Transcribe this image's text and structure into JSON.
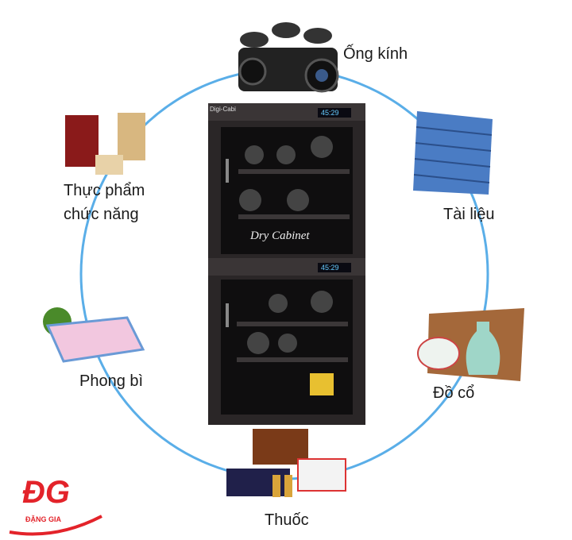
{
  "labels": {
    "lens": "Ống kính",
    "documents": "Tài liệu",
    "antiques": "Đồ cổ",
    "medicine": "Thuốc",
    "envelopes": "Phong bì",
    "food_line1": "Thực phẩm",
    "food_line2": "chức năng"
  },
  "cabinet": {
    "brand": "Digi-Cabi",
    "display_top": "45:29",
    "display_bottom": "45:29",
    "watermark": "Dry Cabinet"
  },
  "logo": {
    "text": "ĐG",
    "subtitle": "ĐẶNG GIA"
  },
  "colors": {
    "ring": "#5aaee8",
    "logo_red": "#e3232a",
    "cabinet": "#2a2627"
  }
}
